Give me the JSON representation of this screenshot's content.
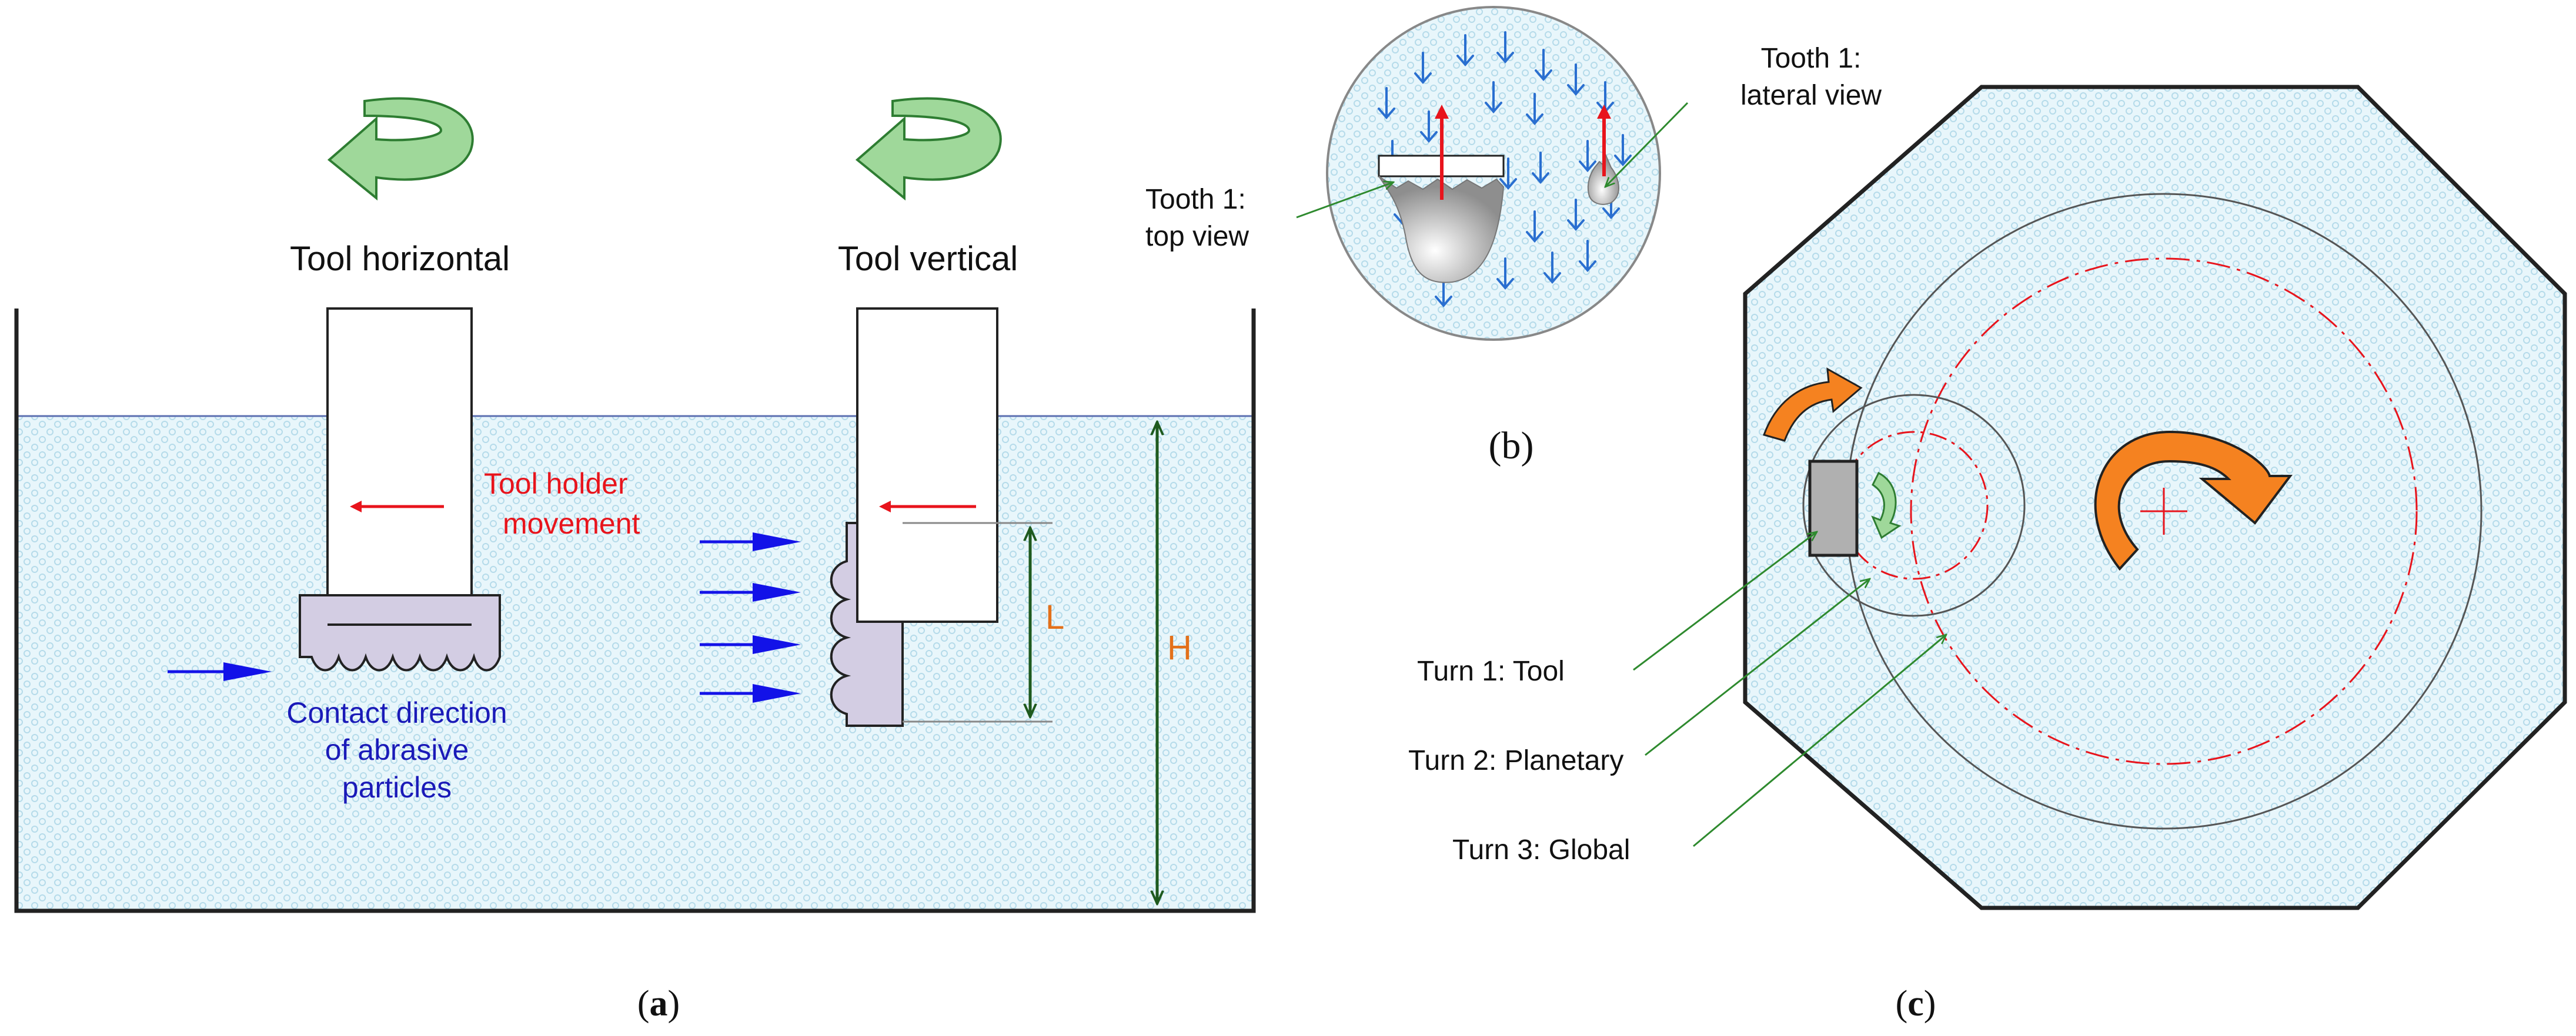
{
  "panel_a": {
    "caption_open": "(",
    "caption_letter": "a",
    "caption_close": ")",
    "tool_horizontal_label": "Tool horizontal",
    "tool_vertical_label": "Tool vertical",
    "holder_movement_line1": "Tool holder",
    "holder_movement_line2": "movement",
    "contact_line1": "Contact direction",
    "contact_line2": "of abrasive",
    "contact_line3": "particles",
    "dim_L": "L",
    "dim_H": "H"
  },
  "panel_b": {
    "caption": "(b)",
    "tooth_top_line1": "Tooth 1:",
    "tooth_top_line2": "top view",
    "tooth_lateral_line1": "Tooth 1:",
    "tooth_lateral_line2": "lateral view"
  },
  "panel_c": {
    "caption_open": "(",
    "caption_letter": "c",
    "caption_close": ")",
    "turn1": "Turn 1: Tool",
    "turn2": "Turn 2: Planetary",
    "turn3": "Turn 3: Global"
  },
  "colors": {
    "liquid_fill": "#e8f6fb",
    "liquid_dots": "#b5dbea",
    "tool_purple": "#d3cde3",
    "green_arrow": "#9fd89a",
    "orange_arrow": "#f58220",
    "red": "#e8141c",
    "blue_arrow": "#1212e8",
    "blue_text": "#1a1ab8",
    "dark_green": "#1e5a1e",
    "orange_text": "#e3701a",
    "particle_blue": "#2a6fd0"
  }
}
